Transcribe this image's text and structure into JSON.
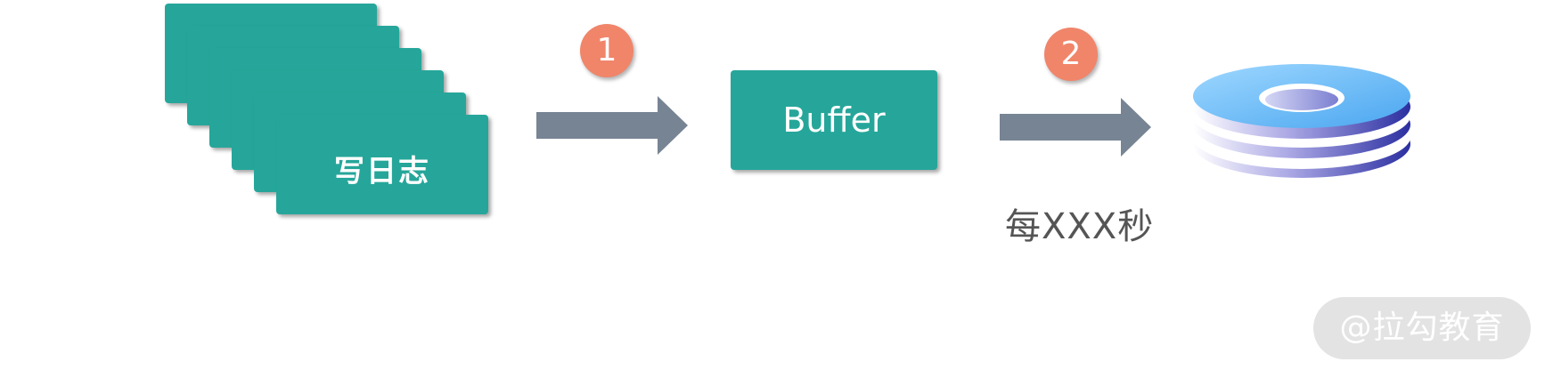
{
  "diagram": {
    "log_write_label": "写日志",
    "buffer_label": "Buffer",
    "step_1": "1",
    "step_2": "2",
    "interval_caption": "每XXX秒",
    "watermark": "@拉勾教育"
  },
  "colors": {
    "teal": "#26a69a",
    "arrow_gray": "#778494",
    "badge_orange": "#f0856a",
    "disk_blue": "#6ab8f5",
    "disk_navy": "#2b2fa0"
  },
  "icons": {
    "arrow": "right-arrow-icon",
    "disk": "disk-storage-icon"
  }
}
